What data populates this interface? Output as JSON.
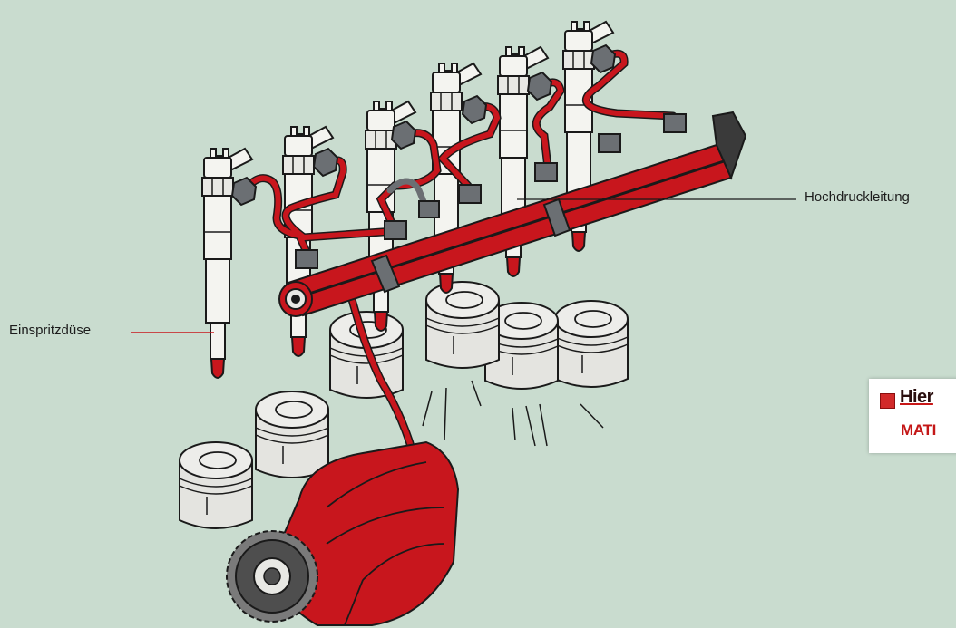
{
  "labels": {
    "injector": "Einspritzdüse",
    "rail": "Hochdruckleitung"
  },
  "cta": {
    "link_text": "Hier",
    "subtext": "MATI"
  },
  "colors": {
    "background": "#c9dccf",
    "accent_red": "#c8161d",
    "part_white": "#f4f4f0",
    "connector_grey": "#6b6f73"
  },
  "icons": {
    "cta_marker": "red-square-icon"
  }
}
